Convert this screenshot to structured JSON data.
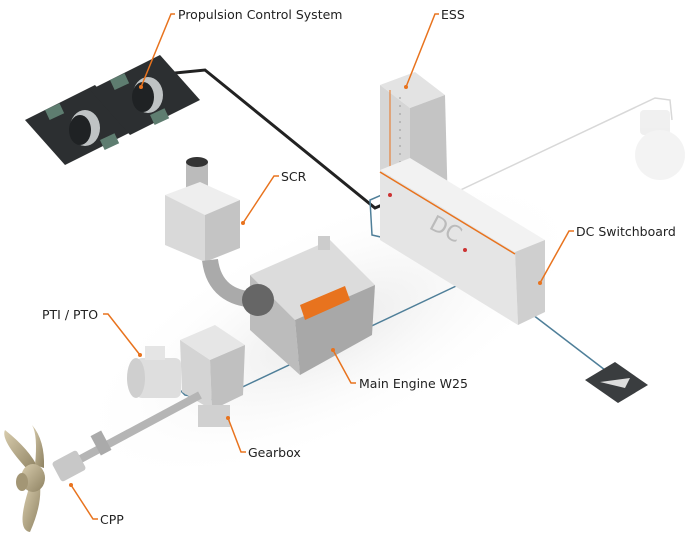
{
  "title": "Hybrid propulsion system overview",
  "colors": {
    "accent": "#e8731e",
    "cable_dark": "#222222",
    "cable_blue": "#4f7f99",
    "cable_light": "#d6d6d6"
  },
  "labels": {
    "propulsion_control": "Propulsion Control System",
    "ess": "ESS",
    "scr": "SCR",
    "dc_switchboard": "DC Switchboard",
    "pti_pto": "PTI / PTO",
    "main_engine": "Main Engine W25",
    "gearbox": "Gearbox",
    "cpp": "CPP"
  },
  "switchboard_text": "DC"
}
